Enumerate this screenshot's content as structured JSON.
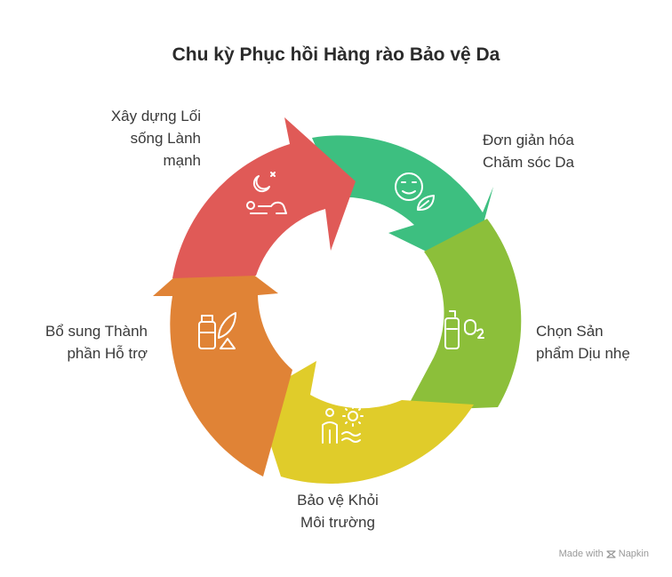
{
  "title": "Chu kỳ Phục hồi Hàng rào Bảo vệ Da",
  "steps": [
    {
      "lines": [
        "Xây dựng Lối",
        "sống Lành",
        "mạnh"
      ],
      "color": "#e05a57",
      "icon": "lifestyle-icon"
    },
    {
      "lines": [
        "Đơn giản hóa",
        "Chăm sóc Da"
      ],
      "color": "#3dbf80",
      "icon": "skincare-icon"
    },
    {
      "lines": [
        "Chọn Sản",
        "phẩm Dịu nhẹ"
      ],
      "color": "#8cbf3a",
      "icon": "gentle-product-icon"
    },
    {
      "lines": [
        "Bảo vệ Khỏi",
        "Môi trường"
      ],
      "color": "#e0cc2a",
      "icon": "sun-protection-icon"
    },
    {
      "lines": [
        "Bổ sung Thành",
        "phần Hỗ trợ"
      ],
      "color": "#e08336",
      "icon": "supplement-icon"
    }
  ],
  "footer": {
    "made_with": "Made with",
    "brand": "Napkin"
  }
}
